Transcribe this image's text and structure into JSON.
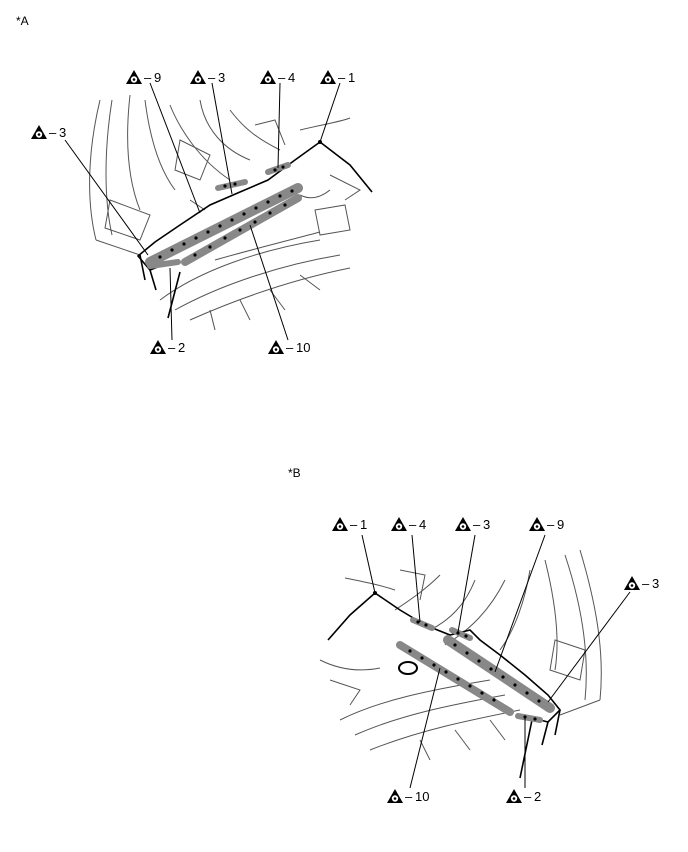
{
  "panels": [
    {
      "tag": "*A",
      "callouts": [
        {
          "id": "a9",
          "text": "9"
        },
        {
          "id": "a3top",
          "text": "3"
        },
        {
          "id": "a4",
          "text": "4"
        },
        {
          "id": "a1",
          "text": "1"
        },
        {
          "id": "a3left",
          "text": "3"
        },
        {
          "id": "a2",
          "text": "2"
        },
        {
          "id": "a10",
          "text": "10"
        }
      ]
    },
    {
      "tag": "*B",
      "callouts": [
        {
          "id": "b1",
          "text": "1"
        },
        {
          "id": "b4",
          "text": "4"
        },
        {
          "id": "b3top",
          "text": "3"
        },
        {
          "id": "b9",
          "text": "9"
        },
        {
          "id": "b3right",
          "text": "3"
        },
        {
          "id": "b10",
          "text": "10"
        },
        {
          "id": "b2",
          "text": "2"
        }
      ]
    }
  ],
  "symbol": "spot-weld-triangle-icon"
}
